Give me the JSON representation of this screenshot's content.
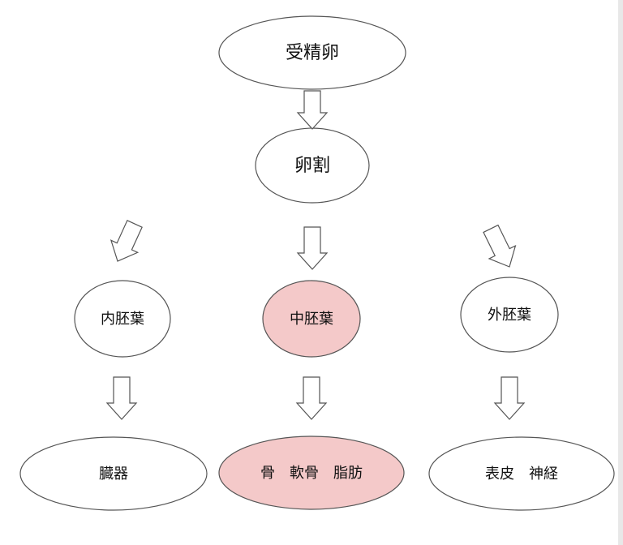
{
  "diagram": {
    "colors": {
      "stroke": "#555555",
      "node_fill": "#ffffff",
      "highlight_fill": "#f4c9c9",
      "text": "#111111"
    },
    "nodes": {
      "fertilized_egg": "受精卵",
      "cleavage": "卵割",
      "endoderm": "内胚葉",
      "mesoderm": "中胚葉",
      "ectoderm": "外胚葉",
      "organs": "臓器",
      "bone_cartilage_fat": "骨　軟骨　脂肪",
      "epidermis_nerve": "表皮　神経"
    },
    "highlighted": [
      "mesoderm",
      "bone_cartilage_fat"
    ],
    "arrows": [
      {
        "from": "fertilized_egg",
        "to": "cleavage"
      },
      {
        "from": "cleavage",
        "to": "endoderm"
      },
      {
        "from": "cleavage",
        "to": "mesoderm"
      },
      {
        "from": "cleavage",
        "to": "ectoderm"
      },
      {
        "from": "endoderm",
        "to": "organs"
      },
      {
        "from": "mesoderm",
        "to": "bone_cartilage_fat"
      },
      {
        "from": "ectoderm",
        "to": "epidermis_nerve"
      }
    ]
  }
}
